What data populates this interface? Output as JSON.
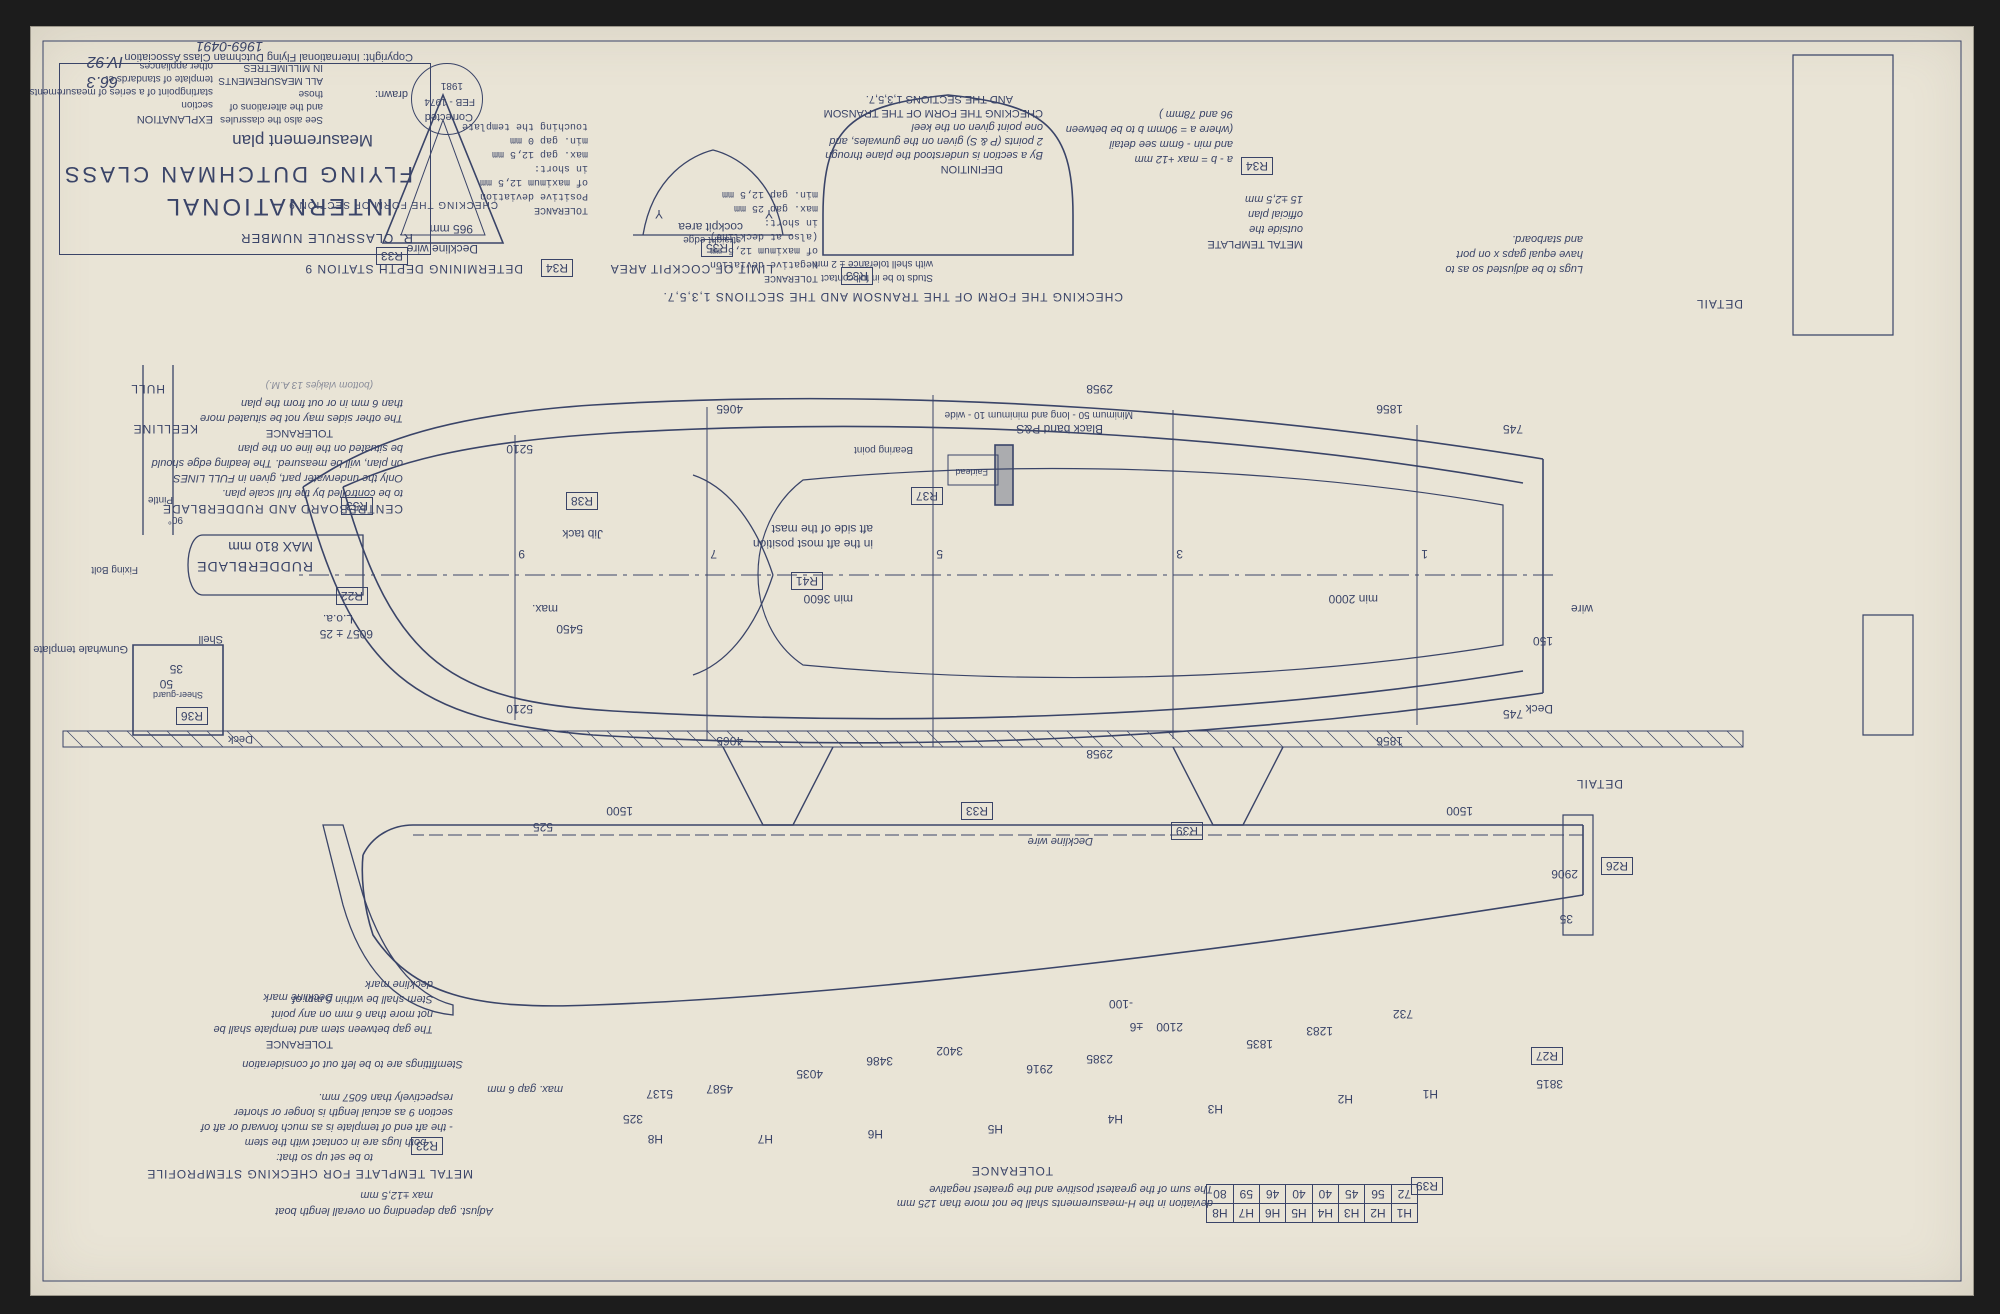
{
  "title": {
    "rule_number": "R. CLASSRULE NUMBER",
    "line1": "INTERNATIONAL",
    "line2": "FLYING DUTCHMAN CLASS",
    "plan_name": "Measurement plan",
    "copyright": "Copyright: International Flying Dutchman Class Association",
    "drawn": "drawn:"
  },
  "explanation": {
    "heading": "EXPLANATION",
    "items": [
      "section",
      "startingpoint of a series of measurements",
      "template of standards et",
      "other appliances"
    ],
    "notes": [
      "See also the classrules",
      "and the alterations of",
      "those",
      "ALL MEASUREMENTS",
      "IN MILLIMETRES"
    ]
  },
  "stamp": {
    "line1": "Corrected",
    "line2": "FEB - 1974",
    "line3": "1981"
  },
  "ref_id": {
    "top": "1969-0491",
    "a": "IV.92",
    "b": "66.3"
  },
  "section9": {
    "heading": "CHECKING THE FORM OF SECTION 9",
    "tolerance": [
      "TOLERANCE",
      "Positive deviation",
      "of maximum 12,5 mm",
      "in short:",
      "max. gap 12,5 mm",
      "min. gap 0 mm",
      "touching the template"
    ],
    "caption": "DETERMINING DEPTH STATION 9",
    "ref": "R34",
    "deckline": "Deckline wire",
    "dim": "965 mm",
    "ref2": "R33"
  },
  "cockpit": {
    "caption": "LIMIT OF COCKPIT AREA",
    "ref": "R35",
    "labels": [
      "cockpit area",
      "straight edge",
      "Y",
      "Y"
    ]
  },
  "transom": {
    "caption": "CHECKING THE FORM OF THE TRANSOM AND THE SECTIONS 1,3,5,7.",
    "definition": [
      "DEFINITION",
      "By a section is understood the plane through",
      "2 points (P & S) given on the gunwales, and",
      "one point given on the keel",
      "CHECKING THE FORM OF THE TRANSOM",
      "AND THE SECTIONS 1,3,5,7."
    ],
    "tolerance": [
      "TOLERANCE",
      "Negative deviation",
      "of maximum 12,5 mm",
      "(also at deckline)",
      "in short:",
      "max. gap 25 mm",
      "min. gap 12,5 mm"
    ],
    "studs": [
      "Studs to be in full contact",
      "with shell tolerance ± 2 mm"
    ],
    "ref": "R33"
  },
  "metal_template": {
    "lines": [
      "METAL TEMPLATE",
      "outside the",
      "official plan",
      "15 ±2,5 mm"
    ],
    "ref": "R34",
    "dims": [
      "a - b = max +12 mm",
      "and min - 6mm  see detail",
      "(where a = 90mm b to be between",
      "96 and 78mm )"
    ],
    "detail": "DETAIL",
    "lugs": [
      "Lugs to be adjusted so as to",
      "have equal gaps x on port",
      "and starboard."
    ]
  },
  "plan_view": {
    "half_breadths": [
      "2958",
      "1856",
      "745",
      "4065",
      "5210",
      "2958",
      "1856",
      "745",
      "4065",
      "5210"
    ],
    "stations": [
      "1",
      "3",
      "5",
      "7",
      "9"
    ],
    "loa": [
      "L.o.a.",
      "6057 ± 25"
    ],
    "ref_loa": "R22",
    "dim_5450": "5450",
    "max": "max.",
    "jib_tack": "Jib tack",
    "ref_jib": "R38",
    "min3600": "min 3600",
    "ref_mast": "R41",
    "aft_mast": [
      "aft side of the mast",
      "in the aft most position"
    ],
    "min2000": "min 2000",
    "black_band": "Black band P&S",
    "band_note": "Minimum 50 - long and minimum 10 - wide",
    "ref_band": "R37",
    "fairlead": "Fairlead",
    "bearing_point": "Bearing point"
  },
  "centreboard": {
    "heading": "CENTREBOARD AND RUDDERBLADE",
    "lines": [
      "to be controlled by the full scale plan.",
      "Only the underwater part, given in FULL LINES",
      "on plan, will be measured. The leading edge should",
      "be situated on the line on the plan"
    ],
    "tol_heading": "TOLERANCE",
    "tol_lines": [
      "The other sides may not be situated more",
      "than 6 mm in or out from the plan"
    ],
    "handwritten": "(bottom vlakjes 13 A.M.)"
  },
  "rudder": {
    "label": "RUDDERBLADE",
    "max": "MAX 810 mm",
    "hull": "HULL",
    "keelline": "KEELLINE",
    "ref": "R53",
    "fixing": "Fixing Bolt",
    "angle": "90°",
    "pintle": "Pintle"
  },
  "gunwhale": {
    "label": "Gunwhale template",
    "shell": "Shell",
    "deck": "Deck",
    "ref": "R36",
    "dims": [
      "35",
      "50"
    ],
    "inner": "Sheer-guard"
  },
  "stem": {
    "heading": "METAL TEMPLATE FOR CHECKING STEMPROFILE",
    "lines": [
      "to be set up so that:",
      "- both lugs are in contact with the stem",
      "- the aft end of template is as much forward or aft of",
      "section 9 as actual length is longer or shorter",
      "respectively than 6057 mm."
    ],
    "ref": "R23",
    "fittings": "Stemfittings are to be left out of consideration",
    "tol_heading": "TOLERANCE",
    "tol_lines": [
      "The gap between stem and template shall be",
      "not more than 6 mm on any point",
      "Stem shall be within 6 mm of",
      "deckline mark"
    ],
    "deckline_mark": "Deckline mark",
    "max_gap": "max. gap 6 mm",
    "adjust": "Adjust. gap depending on overall length boat",
    "max125": "max ±12,5 mm"
  },
  "profile": {
    "deckline_wire": "Deckline wire",
    "ref_wire": "R33",
    "dims_1500": [
      "1500",
      "1500"
    ],
    "measurements": [
      "3815",
      "732",
      "1283",
      "1835",
      "2100",
      "2385",
      "2916",
      "3402",
      "3486",
      "4035",
      "4587",
      "5137"
    ],
    "h_labels": [
      "H1",
      "H2",
      "H3",
      "H4",
      "H5",
      "H6",
      "H7",
      "H8"
    ],
    "detail": "DETAIL",
    "dim_525": "525",
    "dim_325": "325",
    "dim_150": "150",
    "ref_27": "R27",
    "ref_26": "R26",
    "dim_2906": "2906",
    "dim_100": "-100",
    "dim_6": "±6",
    "wire": "wire",
    "deck": "Deck",
    "dim_35": "35",
    "ref_39": "R39"
  },
  "tolerance_table": {
    "heading": "TOLERANCE",
    "text": [
      "The sum of the greatest positive and the greatest negative",
      "deviation in the H-measurements shall be not more than 125 mm"
    ],
    "ref": "R39",
    "headers": [
      "H1",
      "H2",
      "H3",
      "H4",
      "H5",
      "H6",
      "H7",
      "H8"
    ],
    "values": [
      "72",
      "56",
      "45",
      "40",
      "40",
      "46",
      "59",
      "80"
    ]
  }
}
